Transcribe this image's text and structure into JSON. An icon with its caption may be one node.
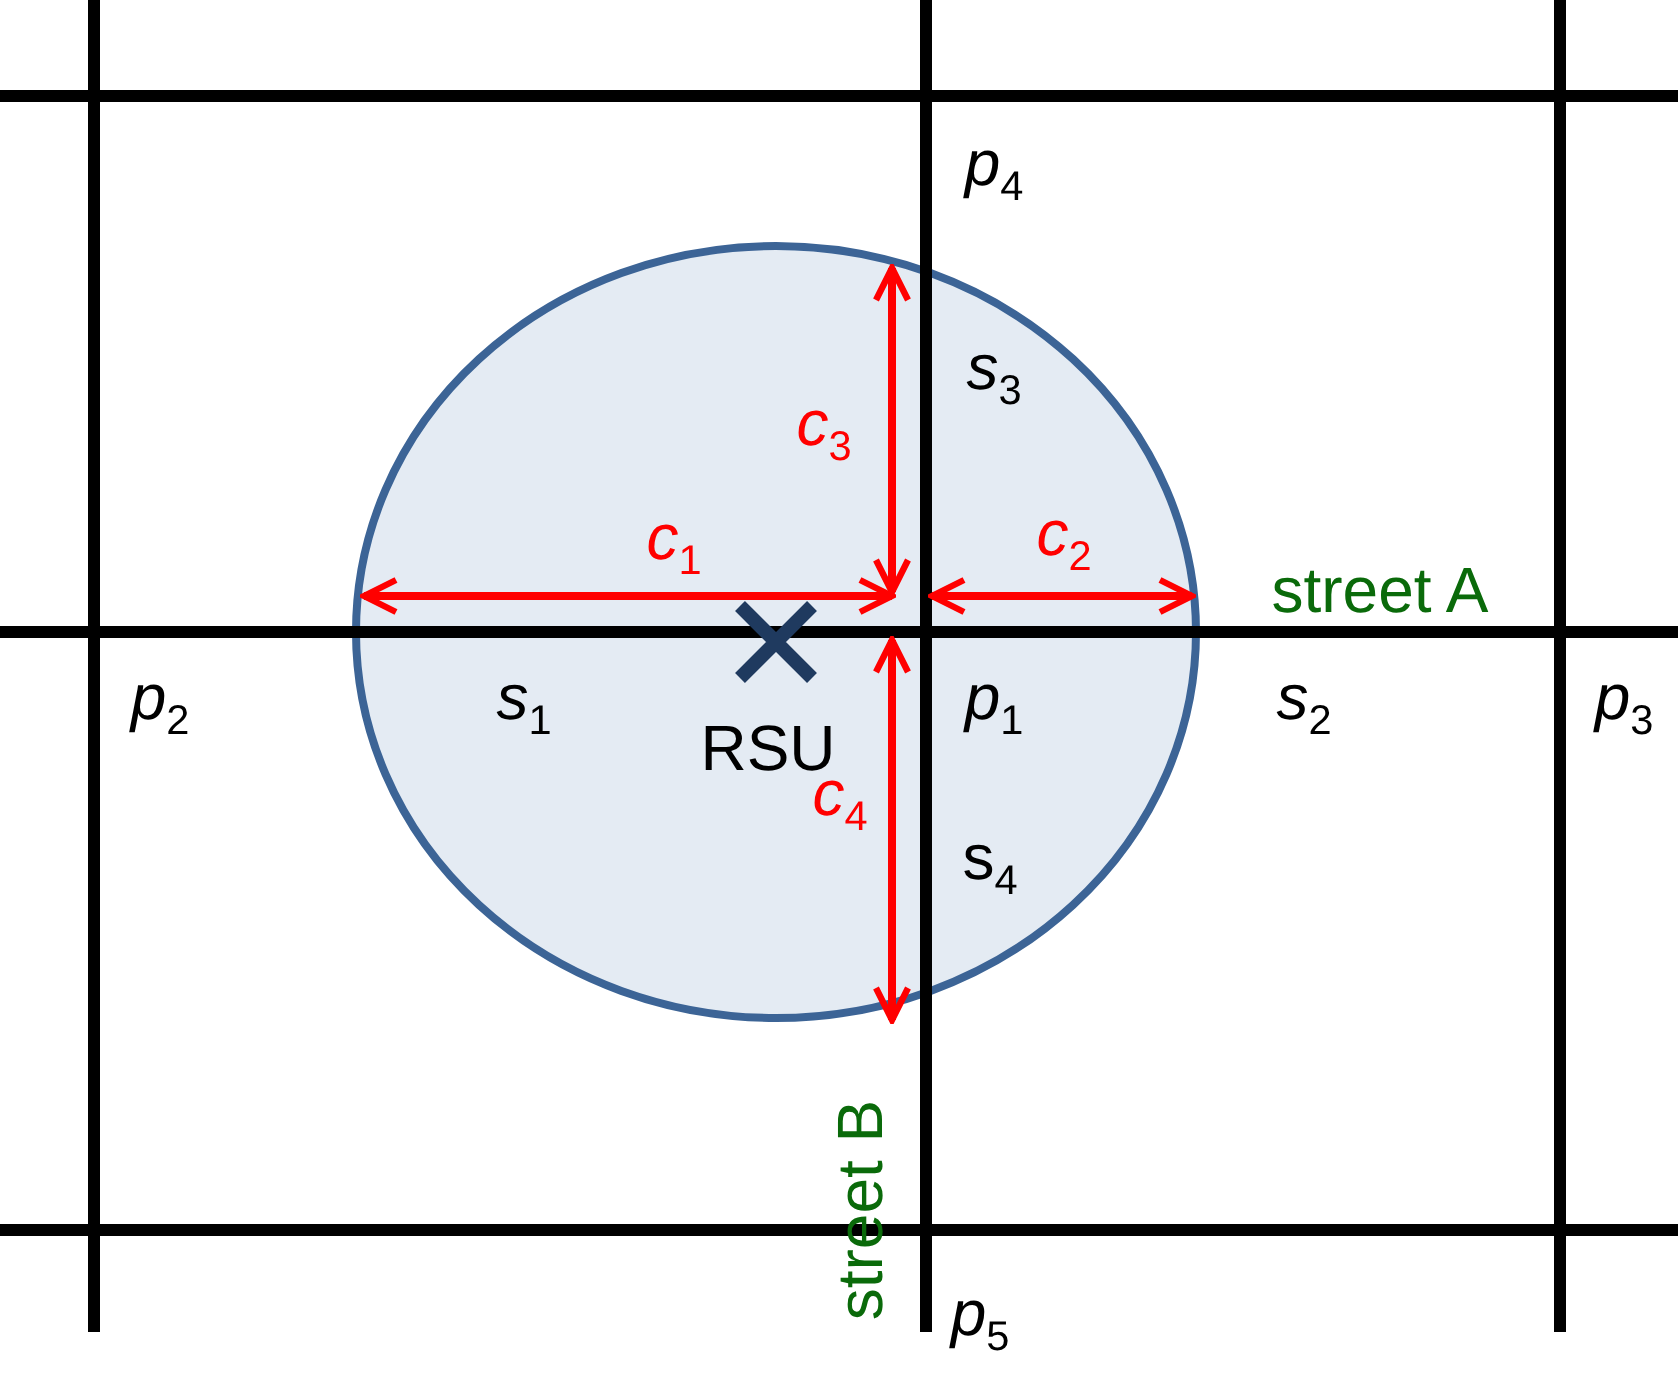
{
  "diagram": {
    "labels": [
      "*p*$_{4}$",
      "*s*$_{3}$",
      "*c*$_{3}$",
      "*c*$_{1}$",
      "*c*$_{2}$",
      "street A",
      "*p*$_{2}$",
      "*s*$_{1}$",
      "*p*$_{1}$",
      "*s*$_{2}$",
      "*p*$_{3}$",
      "RSU",
      "*c*$_{4}$",
      "s$_{4}$",
      "street B",
      "*p*$_{5}$"
    ]
  }
}
